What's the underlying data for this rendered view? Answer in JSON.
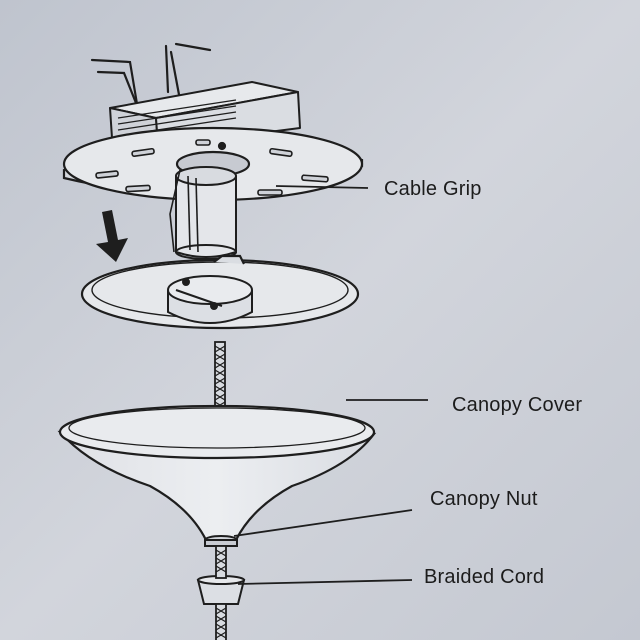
{
  "labels": {
    "cable_grip": "Cable Grip",
    "canopy_cover": "Canopy Cover",
    "canopy_nut": "Canopy Nut",
    "braided_cord": "Braided Cord"
  },
  "colors": {
    "paper": "#c9cdd6",
    "ink": "#1e1e1e",
    "part_fill": "#e2e4e8"
  }
}
